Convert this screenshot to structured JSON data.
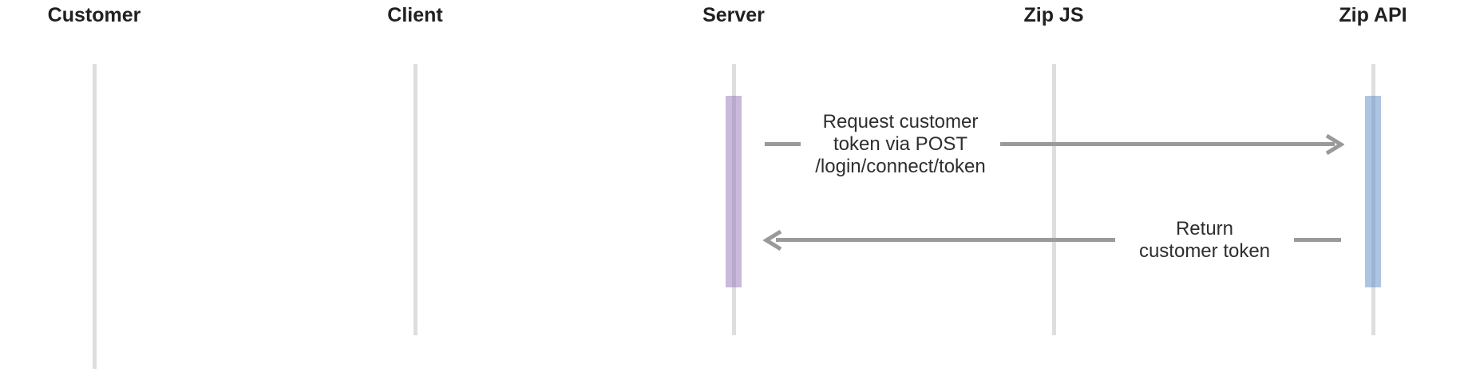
{
  "diagram": {
    "type": "sequence",
    "participants": [
      {
        "id": "customer",
        "label": "Customer"
      },
      {
        "id": "client",
        "label": "Client"
      },
      {
        "id": "server",
        "label": "Server"
      },
      {
        "id": "zip-js",
        "label": "Zip JS"
      },
      {
        "id": "zip-api",
        "label": "Zip API"
      }
    ],
    "activations": [
      {
        "participant": "server",
        "color": "#C9BBDB"
      },
      {
        "participant": "zip-api",
        "color": "#AEC6E4"
      }
    ],
    "messages": [
      {
        "from": "server",
        "to": "zip-api",
        "direction": "right",
        "label": "Request customer token via POST /login/connect/token",
        "lines": [
          "Request customer",
          "token via POST",
          "/login/connect/token"
        ]
      },
      {
        "from": "zip-api",
        "to": "server",
        "direction": "left",
        "label": "Return customer token",
        "lines": [
          "Return",
          "customer token"
        ]
      }
    ],
    "colors": {
      "background": "#FFFFFF",
      "participant_text": "#212121",
      "message_text": "#2E2E2E",
      "lifeline": "#DEDEDE",
      "arrow": "#9A9A9A",
      "server_activation": "#C9BBDB",
      "zip_api_activation": "#AEC6E4"
    }
  }
}
